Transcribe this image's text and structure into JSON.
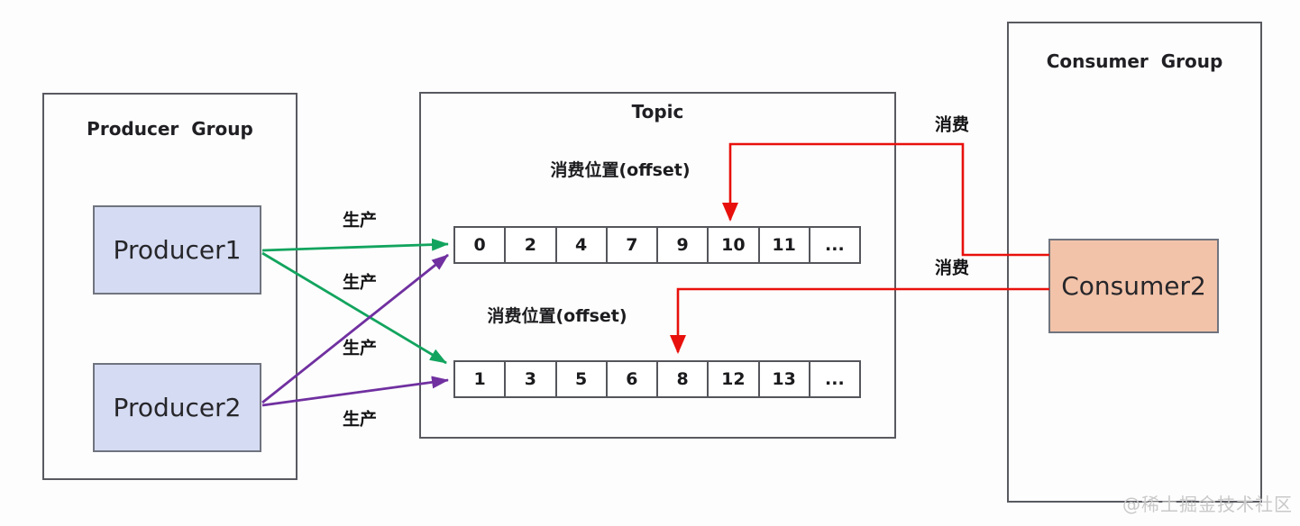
{
  "producer_group": {
    "title": "Producer Group",
    "producers": [
      "Producer1",
      "Producer2"
    ]
  },
  "topic": {
    "title": "Topic",
    "queues": [
      {
        "offset_label": "消费位置(offset)",
        "cells": [
          "0",
          "2",
          "4",
          "7",
          "9",
          "10",
          "11",
          "..."
        ],
        "consume_pointer_cell": "10"
      },
      {
        "offset_label": "消费位置(offset)",
        "cells": [
          "1",
          "3",
          "5",
          "6",
          "8",
          "12",
          "13",
          "..."
        ],
        "consume_pointer_cell": "8"
      }
    ]
  },
  "consumer_group": {
    "title": "Consumer Group",
    "consumers": [
      "Consumer2"
    ]
  },
  "labels": {
    "produce": "生产",
    "consume": "消费"
  },
  "watermark": "@稀土掘金技术社区",
  "colors": {
    "producer_fill": "#d5dbf2",
    "consumer_fill": "#f2c3a9",
    "green": "#12a45e",
    "purple": "#7030a0",
    "red": "#e8100c",
    "border": "#55565c"
  }
}
